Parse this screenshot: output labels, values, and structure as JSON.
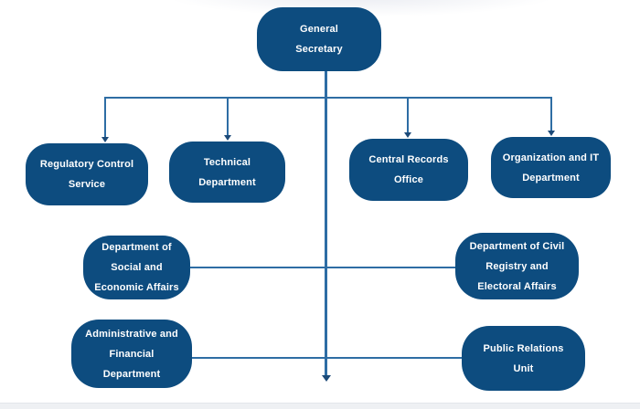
{
  "diagram": {
    "type": "org-chart",
    "hierarchy": {
      "root": "General Secretary",
      "children": [
        "Regulatory Control Service",
        "Technical Department",
        "Central Records Office",
        "Organization and IT Department",
        "Department of Social and Economic Affairs",
        "Department of Civil Registry and Electoral Affairs",
        "Administrative and Financial Department",
        "Public Relations Unit"
      ]
    }
  },
  "nodes": {
    "general_secretary": {
      "label": "General Secretary",
      "lines": [
        "General",
        "Secretary"
      ]
    },
    "regulatory_control": {
      "label": "Regulatory Control Service",
      "lines": [
        "Regulatory Control",
        "Service"
      ]
    },
    "technical": {
      "label": "Technical Department",
      "lines": [
        "Technical",
        "Department"
      ]
    },
    "central_records": {
      "label": "Central Records Office",
      "lines": [
        "Central Records",
        "Office"
      ]
    },
    "organization_it": {
      "label": "Organization and IT Department",
      "lines": [
        "Organization and IT",
        "Department"
      ]
    },
    "social_economic": {
      "label": "Department of Social and Economic Affairs",
      "lines": [
        "Department of",
        "Social and",
        "Economic Affairs"
      ]
    },
    "civil_registry": {
      "label": "Department of Civil Registry and Electoral Affairs",
      "lines": [
        "Department of Civil",
        "Registry and",
        "Electoral Affairs"
      ]
    },
    "admin_financial": {
      "label": "Administrative and Financial Department",
      "lines": [
        "Administrative and",
        "Financial",
        "Department"
      ]
    },
    "public_relations": {
      "label": "Public Relations Unit",
      "lines": [
        "Public Relations",
        "Unit"
      ]
    }
  },
  "colors": {
    "node_fill": "#0d4c7f",
    "node_text": "#ffffff",
    "connector": "#2e6da4",
    "arrowhead": "#1c4a78",
    "bottom_strip": "#eef0f3",
    "background": "#ffffff"
  }
}
